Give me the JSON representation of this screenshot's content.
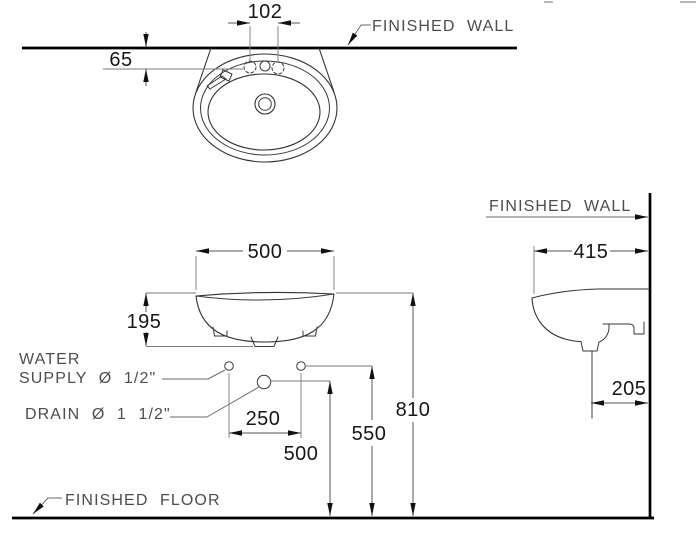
{
  "drawing": {
    "labels": {
      "finished_wall_top": "FINISHED WALL",
      "finished_wall_side": "FINISHED WALL",
      "finished_floor": "FINISHED FLOOR",
      "water_supply_line1": "WATER",
      "water_supply_line2": "SUPPLY Ø 1/2\"",
      "drain": "DRAIN Ø 1 1/2\""
    },
    "dims": {
      "faucet_hole_spacing": "102",
      "faucet_hole_setback": "65",
      "basin_width": "500",
      "basin_height": "195",
      "supply_drain_spacing": "250",
      "drain_height": "500",
      "supply_height": "550",
      "rim_height": "810",
      "basin_depth": "415",
      "drain_wall_offset": "205"
    },
    "colors": {
      "line_ink": "#333333",
      "heavy_ink": "#000000",
      "dimension_ink": "#555555",
      "label_ink": "#4d4d4d"
    }
  }
}
